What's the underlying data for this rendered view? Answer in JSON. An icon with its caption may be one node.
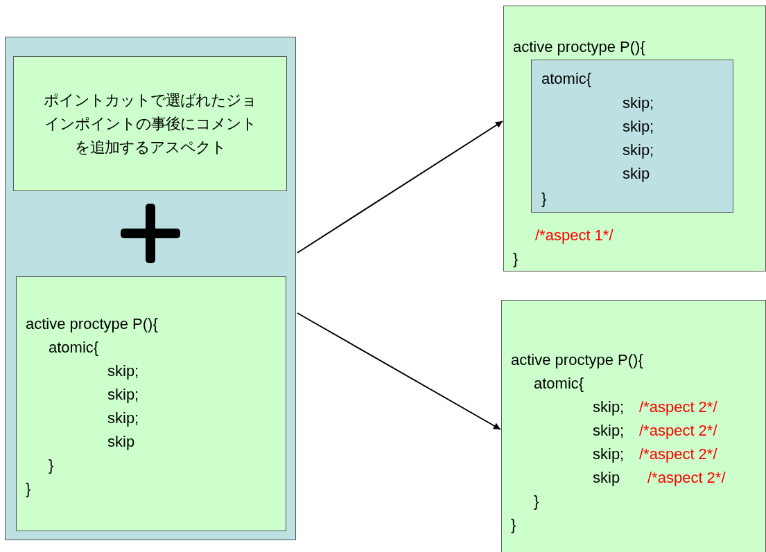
{
  "diagram": {
    "nodes": [
      {
        "text": [],
        "shape": "box"
      },
      {
        "text": [
          "ポイントカットで選ばれたジョインポイントの事後にコメントを追加するアスペクト"
        ],
        "in": 0
      },
      {
        "text": [
          "active proctype P(){",
          "atomic{",
          "skip;",
          "skip;",
          "skip;",
          "skip",
          "}",
          "}"
        ],
        "in": 0
      },
      {
        "text": [
          "active proctype P(){",
          "/*aspect 1*/",
          "}"
        ]
      },
      {
        "text": [
          "atomic{",
          "skip;",
          "skip;",
          "skip;",
          "skip",
          "}"
        ],
        "in": 3
      },
      {
        "text": [
          "active proctype P(){",
          "atomic{",
          "skip;",
          "/*aspect 2*/",
          "skip;",
          "/*aspect 2*/",
          "skip;",
          "/*aspect 2*/",
          "skip",
          "/*aspect 2*/",
          "}",
          "}"
        ]
      }
    ],
    "edges": [
      {
        "from": 0,
        "to": 3,
        "arrow": "to"
      },
      {
        "from": 0,
        "to": 5,
        "arrow": "to"
      }
    ]
  }
}
